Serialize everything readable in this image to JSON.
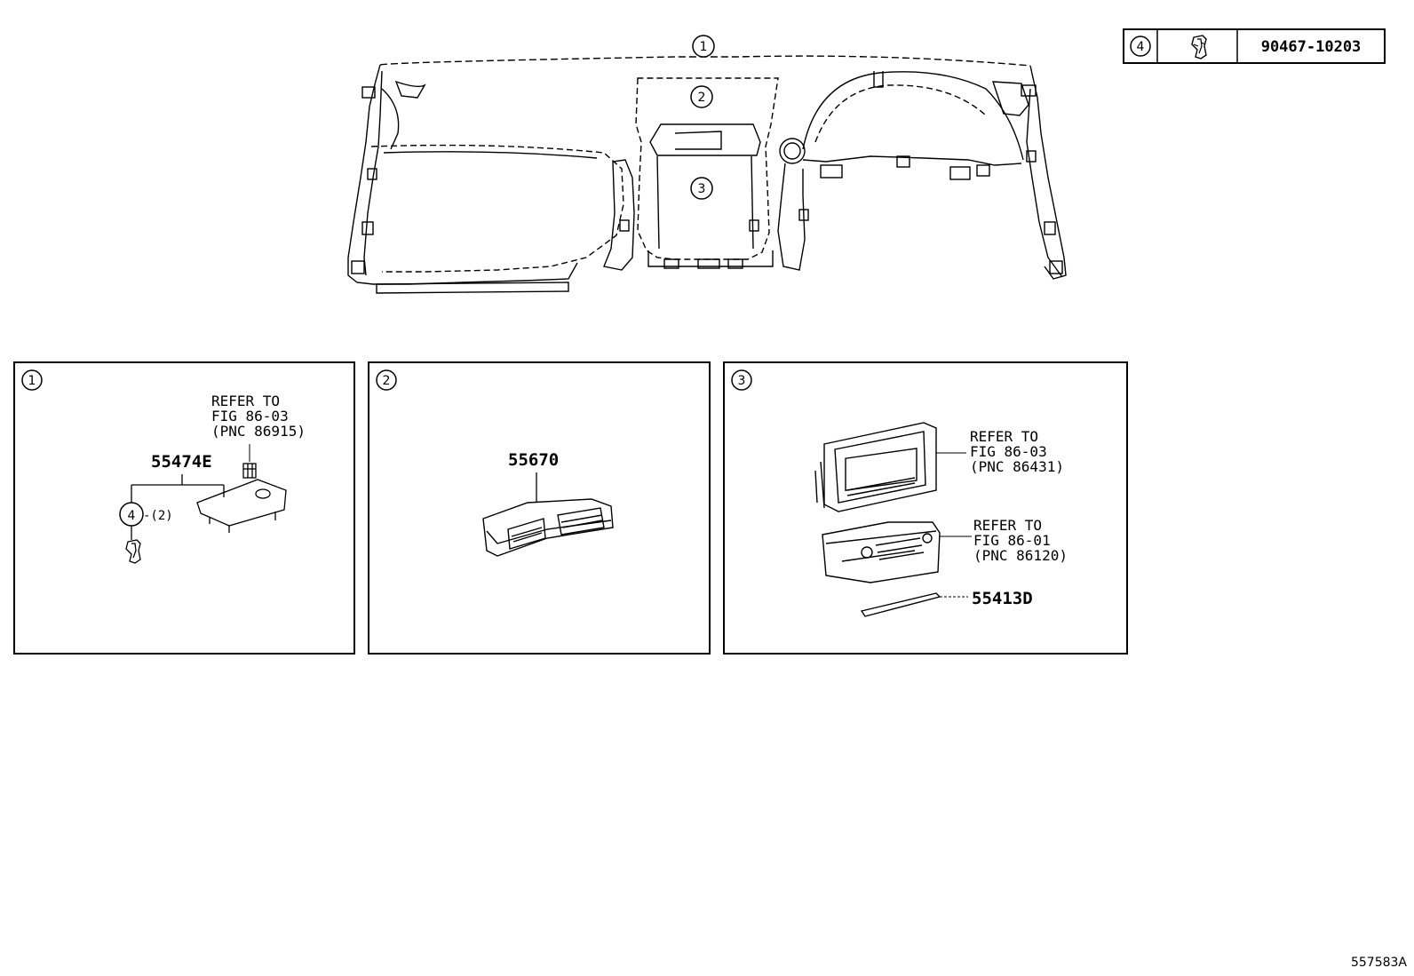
{
  "legend": {
    "callout": "4",
    "part_number": "90467-10203"
  },
  "overview": {
    "callouts": [
      "1",
      "2",
      "3"
    ]
  },
  "panels": [
    {
      "callout": "1",
      "refer": [
        "REFER TO",
        "FIG 86-03",
        "(PNC 86915)"
      ],
      "part_number": "55474E",
      "clip_callout": "4",
      "clip_qty": "-(2)"
    },
    {
      "callout": "2",
      "part_number": "55670"
    },
    {
      "callout": "3",
      "refer_a": [
        "REFER TO",
        "FIG 86-03",
        "(PNC 86431)"
      ],
      "refer_b": [
        "REFER TO",
        "FIG 86-01",
        "(PNC 86120)"
      ],
      "part_number": "55413D"
    }
  ],
  "figure_id": "557583A"
}
